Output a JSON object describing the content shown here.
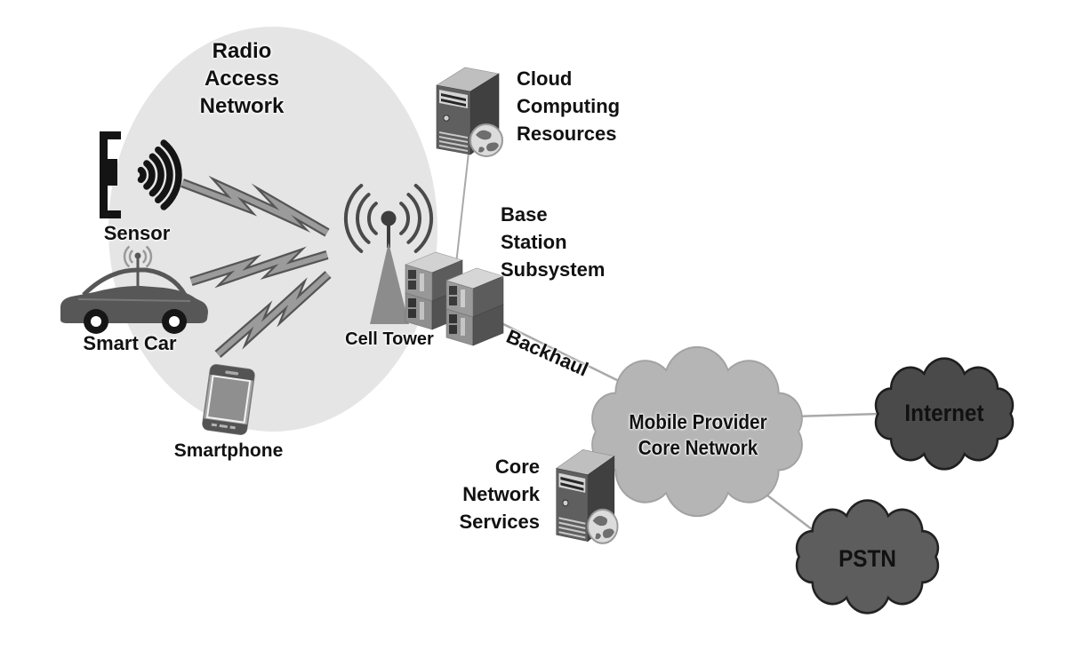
{
  "title": "Mobile network architecture diagram",
  "colors": {
    "background": "#ffffff",
    "ran_fill": "#e5e5e5",
    "core_cloud_fill": "#b5b5b5",
    "core_cloud_edge": "#a2a2a2",
    "internet_fill": "#4a4a4a",
    "pstn_fill": "#5d5d5d",
    "dark_cloud_edge": "#1e1e1e",
    "connector": "#a9a9a9",
    "bolt_dark": "#555555",
    "bolt_light": "#9b9b9b",
    "text": "#111111"
  },
  "nodes": {
    "radio_access_network": {
      "lines": [
        "Radio",
        "Access",
        "Network"
      ]
    },
    "sensor": {
      "label": "Sensor"
    },
    "smart_car": {
      "label": "Smart Car"
    },
    "smartphone": {
      "label": "Smartphone"
    },
    "cell_tower": {
      "label": "Cell Tower"
    },
    "base_station_subsystem": {
      "lines": [
        "Base",
        "Station",
        "Subsystem"
      ]
    },
    "cloud_computing_resources": {
      "lines": [
        "Cloud",
        "Computing",
        "Resources"
      ]
    },
    "core_network_services": {
      "lines": [
        "Core",
        "Network",
        "Services"
      ]
    },
    "mobile_provider_core_network": {
      "lines": [
        "Mobile Provider",
        "Core Network"
      ]
    },
    "internet": {
      "label": "Internet"
    },
    "pstn": {
      "label": "PSTN"
    }
  },
  "links": {
    "backhaul": {
      "label": "Backhaul"
    }
  },
  "icons": {
    "sensor": "sensor-emitter-icon",
    "smart_car": "car-with-antenna-icon",
    "smartphone": "smartphone-icon",
    "cell_tower": "cell-tower-icon",
    "base_station": "rack-servers-icon",
    "cloud_server": "tower-server-globe-icon",
    "radio_links": "lightning-bolt-icon",
    "clouds": "cloud-shape-icon"
  }
}
